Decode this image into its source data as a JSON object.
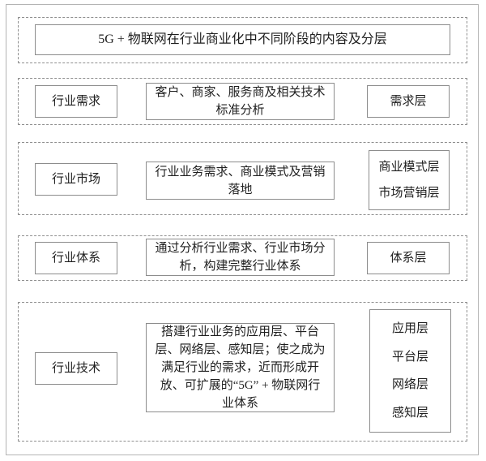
{
  "title": "5G + 物联网在行业商业化中不同阶段的内容及分层",
  "rows": [
    {
      "stage": "行业需求",
      "content": "客户、商家、服务商及相关技术标准分析",
      "layers": [
        "需求层"
      ]
    },
    {
      "stage": "行业市场",
      "content": "行业业务需求、商业模式及营销落地",
      "layers": [
        "商业模式层",
        "市场营销层"
      ]
    },
    {
      "stage": "行业体系",
      "content": "通过分析行业需求、行业市场分析，构建完整行业体系",
      "layers": [
        "体系层"
      ]
    },
    {
      "stage": "行业技术",
      "content": "搭建行业业务的应用层、平台层、网络层、感知层；使之成为满足行业的需求，近而形成开放、可扩展的“5G” + 物联网行业体系",
      "layers": [
        "应用层",
        "平台层",
        "网络层",
        "感知层"
      ]
    }
  ],
  "colors": {
    "background": "#ffffff",
    "frame_border": "#b4b4b4",
    "dashed_border": "#8f8f8f",
    "box_border": "#8c8c8c",
    "text": "#1f1f1f"
  }
}
